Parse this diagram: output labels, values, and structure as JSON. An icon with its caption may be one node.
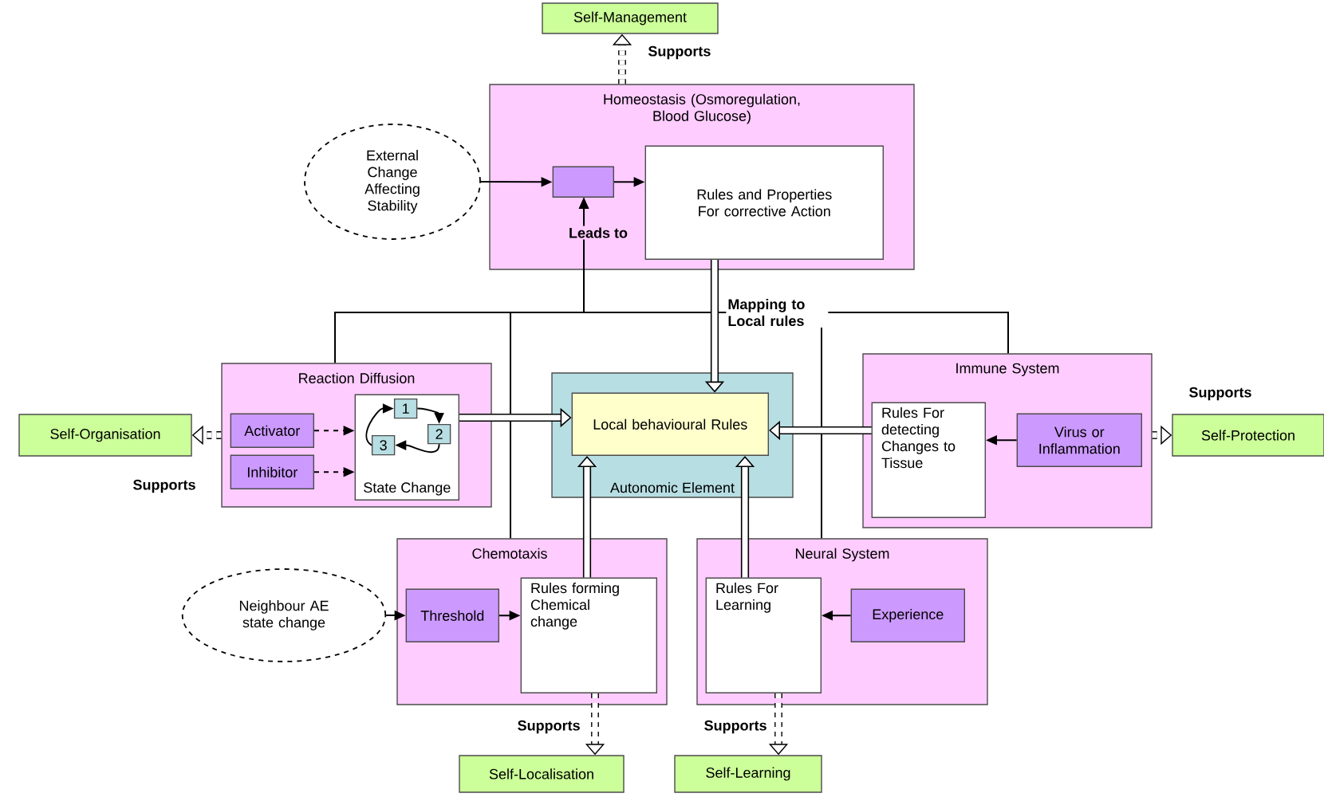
{
  "diagram": {
    "nodes": [
      {
        "text": [
          "Self-Management"
        ]
      },
      {
        "text": [
          "Homeostasis (Osmoregulation, Blood Glucose)"
        ]
      },
      {
        "text": [],
        "shape": "box",
        "in": 1
      },
      {
        "text": [
          "Rules and Properties For corrective Action"
        ],
        "in": 1
      },
      {
        "text": [
          "External Change Affecting Stability"
        ]
      },
      {
        "text": [
          "Reaction Diffusion"
        ]
      },
      {
        "text": [
          "Activator"
        ],
        "in": 5
      },
      {
        "text": [
          "Inhibitor"
        ],
        "in": 5
      },
      {
        "text": [
          "State Change"
        ],
        "in": 5
      },
      {
        "text": [
          "1"
        ],
        "in": 8
      },
      {
        "text": [
          "2"
        ],
        "in": 8
      },
      {
        "text": [
          "3"
        ],
        "in": 8
      },
      {
        "text": [
          "Self-Organisation"
        ]
      },
      {
        "text": [
          "Autonomic Element"
        ]
      },
      {
        "text": [
          "Local behavioural Rules"
        ],
        "in": 13
      },
      {
        "text": [
          "Immune System"
        ]
      },
      {
        "text": [
          "Rules For detecting Changes to Tissue"
        ],
        "in": 15
      },
      {
        "text": [
          "Virus or Inflammation"
        ],
        "in": 15
      },
      {
        "text": [
          "Self-Protection"
        ]
      },
      {
        "text": [
          "Chemotaxis"
        ]
      },
      {
        "text": [
          "Threshold"
        ],
        "in": 19
      },
      {
        "text": [
          "Rules forming Chemical change"
        ],
        "in": 19
      },
      {
        "text": [
          "Neighbour AE state change"
        ]
      },
      {
        "text": [
          "Self-Localisation"
        ]
      },
      {
        "text": [
          "Neural System"
        ]
      },
      {
        "text": [
          "Rules For Learning"
        ],
        "in": 24
      },
      {
        "text": [
          "Experience"
        ],
        "in": 24
      },
      {
        "text": [
          "Self-Learning"
        ]
      }
    ],
    "edges": [
      {
        "from": 1,
        "to": 0,
        "arrow": "to",
        "style": "dashed",
        "label": "Supports"
      },
      {
        "from": 4,
        "to": 2,
        "arrow": "to"
      },
      {
        "from": 2,
        "to": 3,
        "arrow": "to"
      },
      {
        "from": 5,
        "to": 2,
        "arrow": "to",
        "label": "Leads to"
      },
      {
        "from": 19,
        "to": 2,
        "arrow": "to"
      },
      {
        "from": 24,
        "to": 2,
        "arrow": "to"
      },
      {
        "from": 15,
        "to": 2,
        "arrow": "to"
      },
      {
        "from": 3,
        "to": 14,
        "arrow": "to",
        "style": "thick",
        "label": "Mapping to Local rules"
      },
      {
        "from": 5,
        "to": 12,
        "arrow": "to",
        "style": "dashed",
        "label": "Supports"
      },
      {
        "from": 6,
        "to": 8,
        "arrow": "to",
        "style": "dashed"
      },
      {
        "from": 7,
        "to": 8,
        "arrow": "to",
        "style": "dashed"
      },
      {
        "from": 9,
        "to": 10,
        "arrow": "to"
      },
      {
        "from": 10,
        "to": 11,
        "arrow": "to"
      },
      {
        "from": 11,
        "to": 9,
        "arrow": "to"
      },
      {
        "from": 8,
        "to": 14,
        "arrow": "to",
        "style": "thick"
      },
      {
        "from": 17,
        "to": 16,
        "arrow": "to"
      },
      {
        "from": 16,
        "to": 14,
        "arrow": "to",
        "style": "thick"
      },
      {
        "from": 15,
        "to": 18,
        "arrow": "to",
        "style": "dashed",
        "label": "Supports"
      },
      {
        "from": 22,
        "to": 20,
        "arrow": "to"
      },
      {
        "from": 20,
        "to": 21,
        "arrow": "to"
      },
      {
        "from": 21,
        "to": 14,
        "arrow": "to",
        "style": "thick"
      },
      {
        "from": 21,
        "to": 23,
        "arrow": "to",
        "style": "dashed",
        "label": "Supports"
      },
      {
        "from": 26,
        "to": 25,
        "arrow": "to"
      },
      {
        "from": 25,
        "to": 14,
        "arrow": "to",
        "style": "thick"
      },
      {
        "from": 25,
        "to": 27,
        "arrow": "to",
        "style": "dashed",
        "label": "Supports"
      }
    ]
  }
}
